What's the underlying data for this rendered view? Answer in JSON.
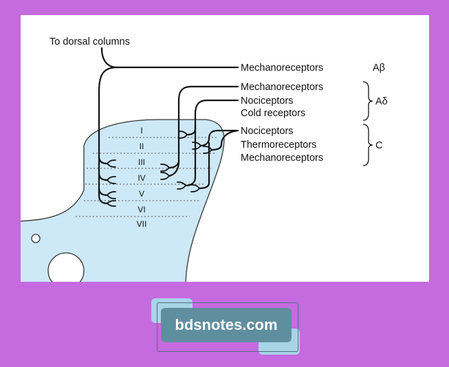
{
  "diagram": {
    "top_label": "To dorsal columns",
    "fiber_groups": [
      {
        "fiber": "Aβ",
        "receptors": [
          "Mechanoreceptors"
        ]
      },
      {
        "fiber": "Aδ",
        "receptors": [
          "Mechanoreceptors",
          "Nociceptors",
          "Cold receptors"
        ]
      },
      {
        "fiber": "C",
        "receptors": [
          "Nociceptors",
          "Thermoreceptors",
          "Mechanoreceptors"
        ]
      }
    ],
    "laminae": [
      "I",
      "II",
      "III",
      "IV",
      "V",
      "VI",
      "VII"
    ]
  },
  "colors": {
    "page_bg": "#c66ae0",
    "cord_fill": "#cde8f7",
    "badge_bg": "#5f8e9f",
    "badge_accent": "#a9d3e8"
  },
  "badge": {
    "text": "bdsnotes.com"
  }
}
